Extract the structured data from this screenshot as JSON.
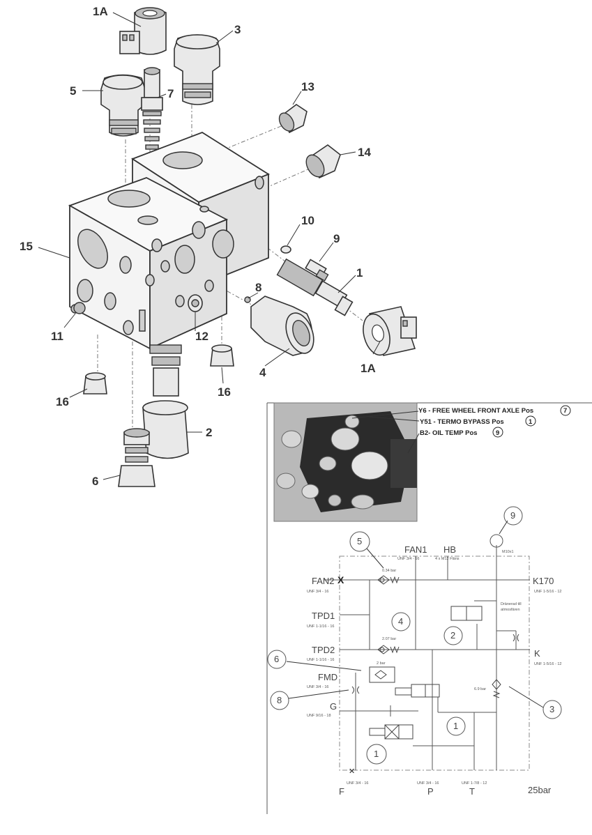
{
  "exploded_view": {
    "callouts": [
      "1A",
      "3",
      "5",
      "7",
      "13",
      "14",
      "15",
      "10",
      "9",
      "1",
      "8",
      "11",
      "12",
      "4",
      "1A",
      "16",
      "16",
      "2",
      "6"
    ]
  },
  "photo_labels": {
    "y6": "Y6 - FREE WHEEL   FRONT AXLE  Pos",
    "y6_pos": "7",
    "y51": "Y51 - TERMO BYPASS  Pos",
    "y51_pos": "1",
    "b2": "B2- OIL TEMP  Pos",
    "b2_pos": "9"
  },
  "schematic": {
    "ports": {
      "fan1": "FAN1",
      "hb": "HB",
      "k170": "K170",
      "fan2": "FAN2",
      "tpd1": "TPD1",
      "tpd2": "TPD2",
      "k": "K",
      "fmd": "FMD",
      "g": "G",
      "f": "F",
      "p": "P",
      "t": "T"
    },
    "pressure_rating": "25bar",
    "small_text": {
      "fan1_thread": "UNF 3/4 - 16",
      "hb_thread": "4 x M12 Fläns",
      "m10": "M10x1",
      "fan2_thread": "UNF 3/4 - 16",
      "k170_thread": "UNF 1-5/16 - 12",
      "tpd1_thread": "UNF 1-1/16 - 16",
      "tpd2_thread": "UNF 1-1/16 - 16",
      "k_thread": "UNF 1-5/16 - 12",
      "fmd_thread": "UNF 3/4 - 16",
      "g_thread": "UNF 9/16 - 18",
      "f_thread": "UNF 3/4 - 16",
      "p_thread": "UNF 3/4 - 16",
      "t_thread": "UNF 1-7/8 - 12",
      "check5": "0.34 bar",
      "check4": "2.07 bar",
      "check6": "2 bar",
      "check3": "6.9 bar",
      "drain_1": "Dränerad till",
      "drain_2": "atmosfären"
    },
    "circle_numbers": [
      "5",
      "9",
      "4",
      "2",
      "6",
      "8",
      "3",
      "1",
      "1"
    ]
  }
}
